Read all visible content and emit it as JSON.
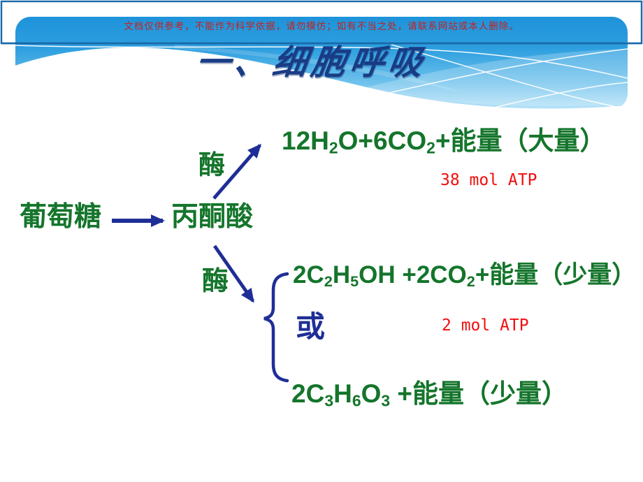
{
  "slide": {
    "banner_text": "文档仅供参考，不能作为科学依据，请勿模仿；如有不当之处，请联系网站或本人删除。",
    "title": "一、细胞呼吸"
  },
  "diagram": {
    "glucose": "葡萄糖",
    "pyruvate": "丙酮酸",
    "enzyme_top": "酶",
    "enzyme_bottom": "酶",
    "or_label": "或",
    "aerobic": {
      "p1": "12H",
      "s1": "2",
      "p2": "O+6CO",
      "s2": "2",
      "p3": "+能量（大量）",
      "atp": "38 mol ATP"
    },
    "alcohol": {
      "p1": "2C",
      "s1": "2",
      "p2": "H",
      "s2": "5",
      "p3": "OH +2CO",
      "s3": "2",
      "p4": "+能量（少量）",
      "atp": "2 mol ATP"
    },
    "lactic": {
      "p1": "2C",
      "s1": "3",
      "p2": "H",
      "s2": "6",
      "p3": "O",
      "s3": "3",
      "p4": " +能量（少量）"
    }
  },
  "colors": {
    "formula_green": "#14752B",
    "arrow_navy": "#1F2E96",
    "title_navy": "#193C86",
    "atp_red": "#F20D0D",
    "banner_red": "#C42020",
    "header_blue": "#2E9FDF",
    "frame_line_blue": "#1969A8"
  }
}
